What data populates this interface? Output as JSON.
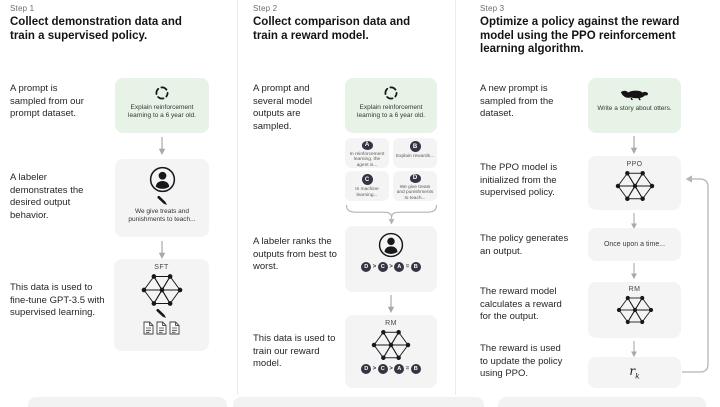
{
  "colors": {
    "background": "#ffffff",
    "green_box": "#e6f3e6",
    "gray_box": "#f4f4f4",
    "dark_circle": "#343541",
    "icon_dark": "#17181c",
    "arrow_gray": "#a8a8a8",
    "divider": "#ececec"
  },
  "icons": {
    "sampling-icon": "dashed-circle",
    "labeler-icon": "person-in-circle",
    "writing-icon": "pencil",
    "model-icon": "neural-network",
    "documents-icon": "three-documents",
    "otter-icon": "otter-silhouette",
    "arrow-down-icon": "down-arrow",
    "brace-icon": "curly-brace-down",
    "feedback-arrow-icon": "loop-arrow"
  },
  "step1": {
    "step_label": "Step 1",
    "title": "Collect demonstration data and train a supervised policy.",
    "caption_prompt": "A prompt is sampled from our prompt dataset.",
    "prompt_box": "Explain reinforcement learning to a 6 year old.",
    "caption_labeler": "A labeler demonstrates the desired output behavior.",
    "labeler_box": "We give treats and punishments to teach...",
    "caption_finetune": "This data is used to fine-tune GPT-3.5 with supervised learning.",
    "sft_label": "SFT"
  },
  "step2": {
    "step_label": "Step 2",
    "title": "Collect comparison data and train a reward model.",
    "caption_prompt": "A prompt and several model outputs are sampled.",
    "prompt_box": "Explain reinforcement learning to a 6 year old.",
    "outputs": [
      {
        "letter": "A",
        "text": "In reinforcement learning, the agent is..."
      },
      {
        "letter": "B",
        "text": "Explain rewards..."
      },
      {
        "letter": "C",
        "text": "In machine learning..."
      },
      {
        "letter": "D",
        "text": "We give treats and punishments to teach..."
      }
    ],
    "caption_rank": "A labeler ranks the outputs from best to worst.",
    "ranking": [
      "D",
      "C",
      "A",
      "B"
    ],
    "ranking_separators": [
      ">",
      ">",
      "="
    ],
    "caption_train": "This data is used to train our reward model.",
    "rm_label": "RM"
  },
  "step3": {
    "step_label": "Step 3",
    "title": "Optimize a policy against the reward model using the PPO reinforcement learning algorithm.",
    "caption_prompt": "A new prompt is sampled from the dataset.",
    "prompt_box": "Write a story about otters.",
    "caption_ppo": "The PPO model is initialized from the supervised policy.",
    "ppo_label": "PPO",
    "caption_output": "The policy generates an output.",
    "output_box": "Once upon a time...",
    "caption_reward": "The reward model calculates a reward for the output.",
    "rm_label": "RM",
    "caption_update": "The reward is used to update the policy using PPO.",
    "reward_symbol": "r",
    "reward_subscript": "k"
  }
}
